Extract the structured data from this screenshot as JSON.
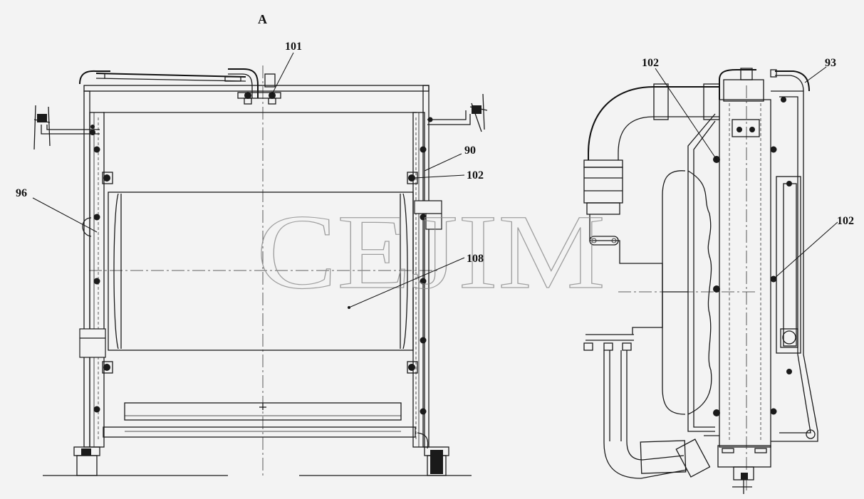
{
  "view_label": "A",
  "watermark": "CEJIM",
  "callouts": {
    "c101": "101",
    "c102_left_view": "102",
    "c90": "90",
    "c96": "96",
    "c108": "108",
    "c102_right_top": "102",
    "c102_right_mid": "102",
    "c93": "93"
  }
}
